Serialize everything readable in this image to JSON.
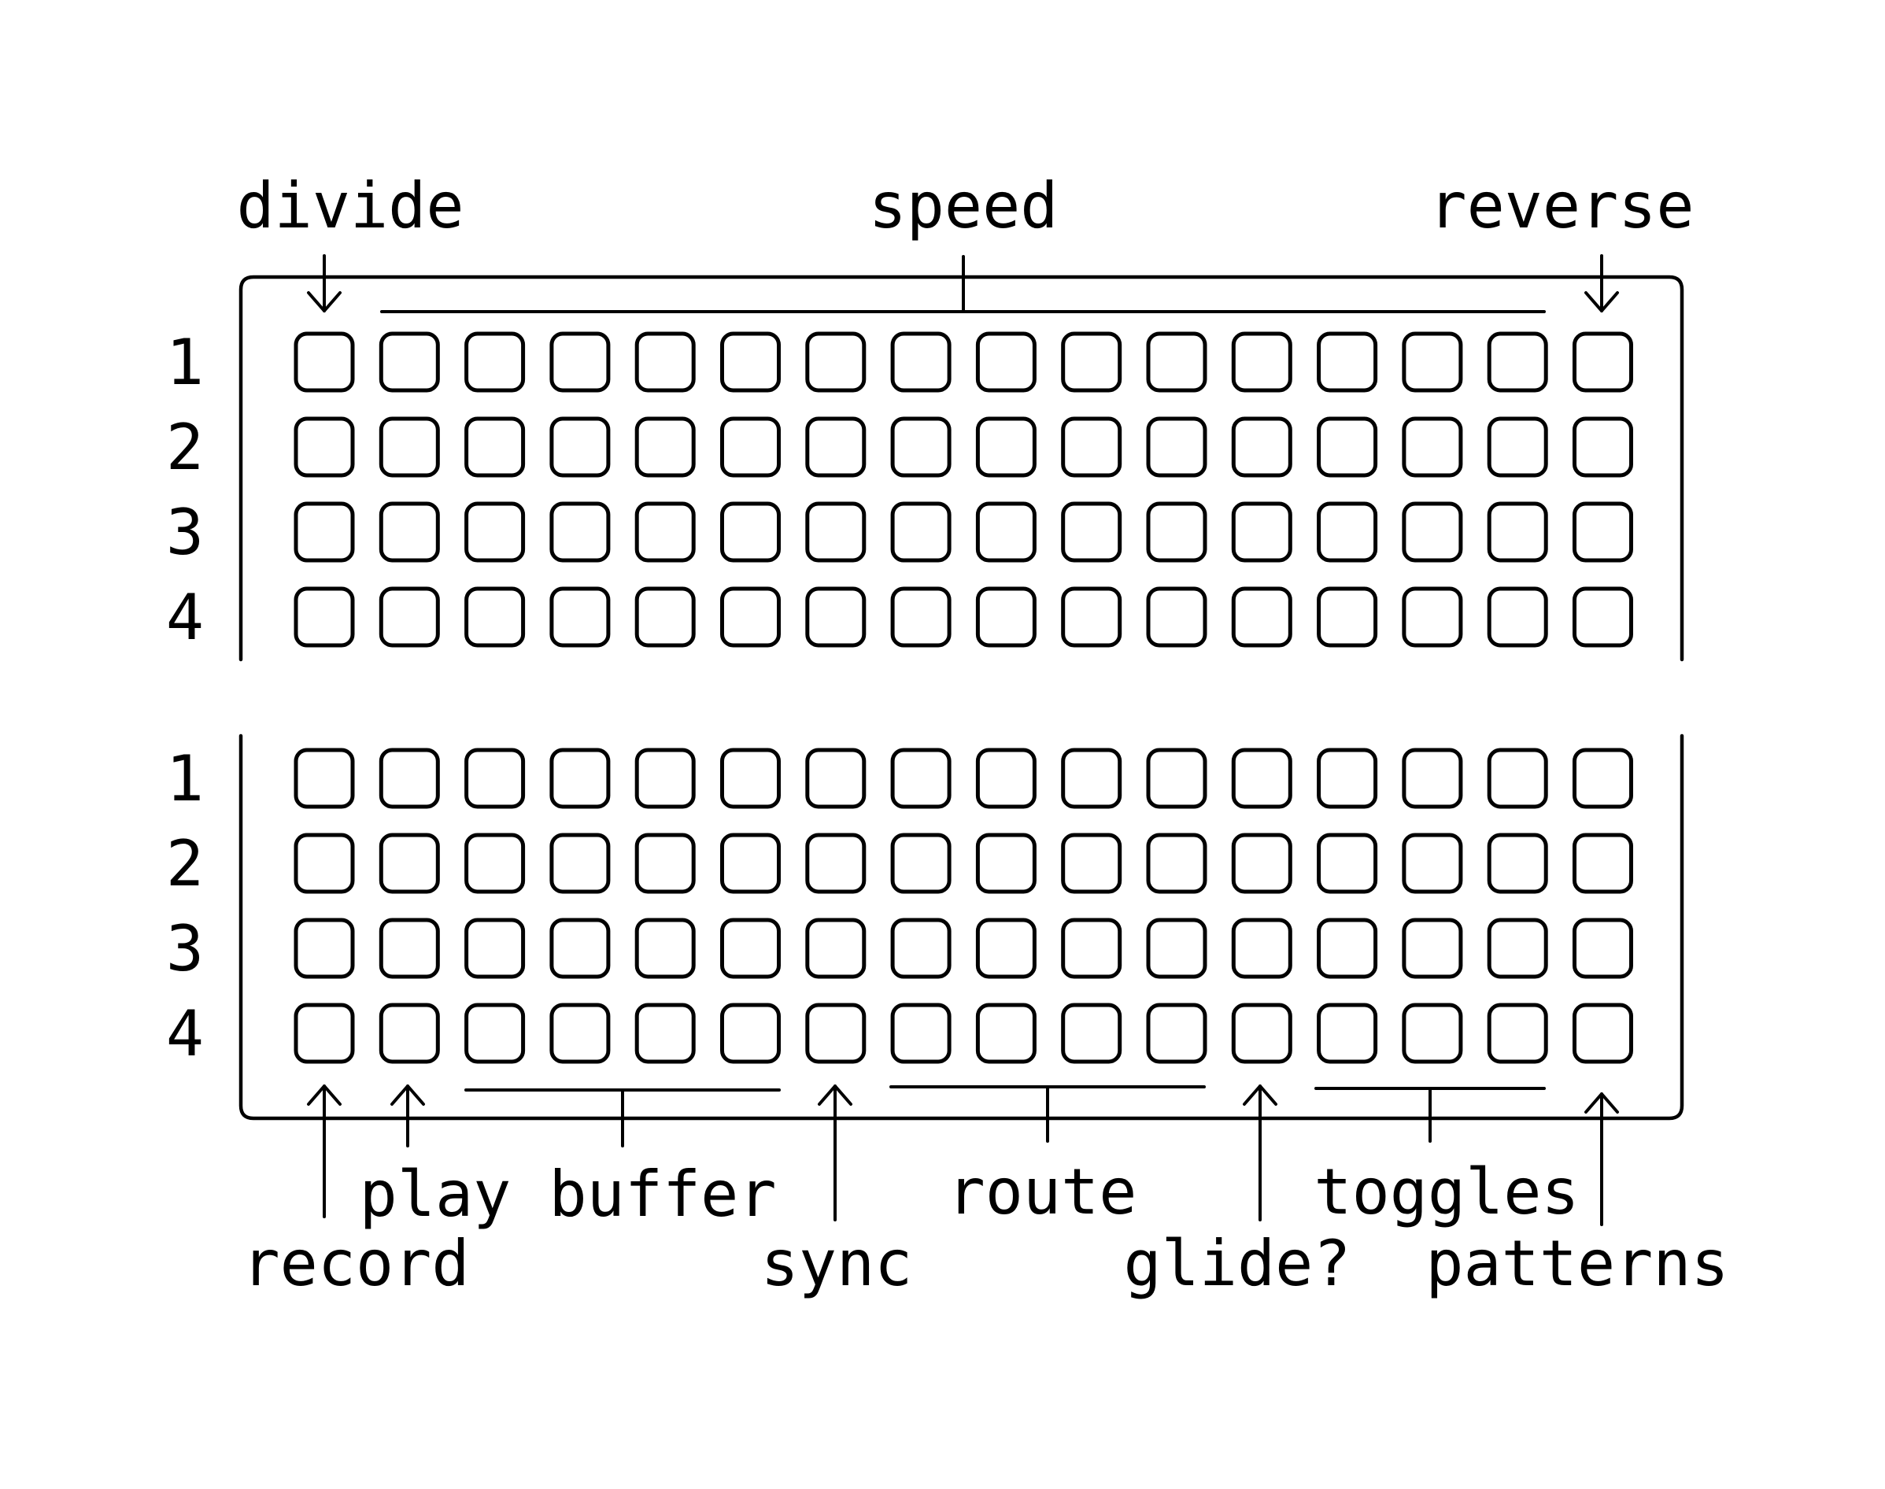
{
  "top_labels": {
    "divide": "divide",
    "speed": "speed",
    "reverse": "reverse"
  },
  "bottom_labels": {
    "record": "record",
    "play": "play",
    "buffer": "buffer",
    "sync": "sync",
    "route": "route",
    "glide": "glide?",
    "toggles": "toggles",
    "patterns": "patterns"
  },
  "top_grid": {
    "row_labels": [
      "1",
      "2",
      "3",
      "4"
    ],
    "columns": 16
  },
  "bottom_grid": {
    "row_labels": [
      "1",
      "2",
      "3",
      "4"
    ],
    "columns": 16
  }
}
